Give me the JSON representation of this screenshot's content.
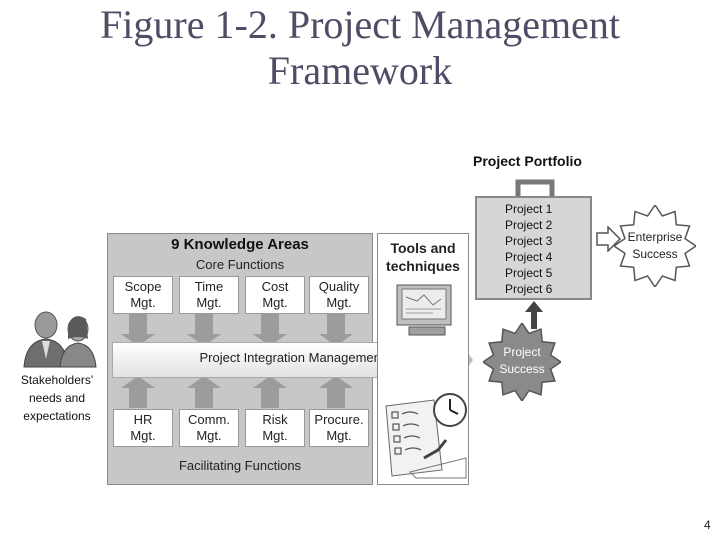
{
  "slide": {
    "title_line1": "Figure 1-2. Project Management",
    "title_line2": "Framework",
    "page_number": "4"
  },
  "knowledge_areas": {
    "title": "9 Knowledge Areas",
    "core_label": "Core Functions",
    "facilitating_label": "Facilitating Functions",
    "core": [
      {
        "line1": "Scope",
        "line2": "Mgt."
      },
      {
        "line1": "Time",
        "line2": "Mgt."
      },
      {
        "line1": "Cost",
        "line2": "Mgt."
      },
      {
        "line1": "Quality",
        "line2": "Mgt."
      }
    ],
    "facilitating": [
      {
        "line1": "HR",
        "line2": "Mgt."
      },
      {
        "line1": "Comm.",
        "line2": "Mgt."
      },
      {
        "line1": "Risk",
        "line2": "Mgt."
      },
      {
        "line1": "Procure.",
        "line2": "Mgt."
      }
    ],
    "integration": "Project Integration Management"
  },
  "tools": {
    "line1": "Tools and",
    "line2": "techniques"
  },
  "portfolio": {
    "title": "Project Portfolio",
    "projects": [
      "Project 1",
      "Project 2",
      "Project 3",
      "Project 4",
      "Project 5",
      "Project 6"
    ]
  },
  "enterprise": {
    "line1": "Enterprise",
    "line2": "Success"
  },
  "project_success": {
    "line1": "Project",
    "line2": "Success"
  },
  "stakeholders": {
    "line1": "Stakeholders'",
    "line2": "needs and",
    "line3": "expectations"
  }
}
